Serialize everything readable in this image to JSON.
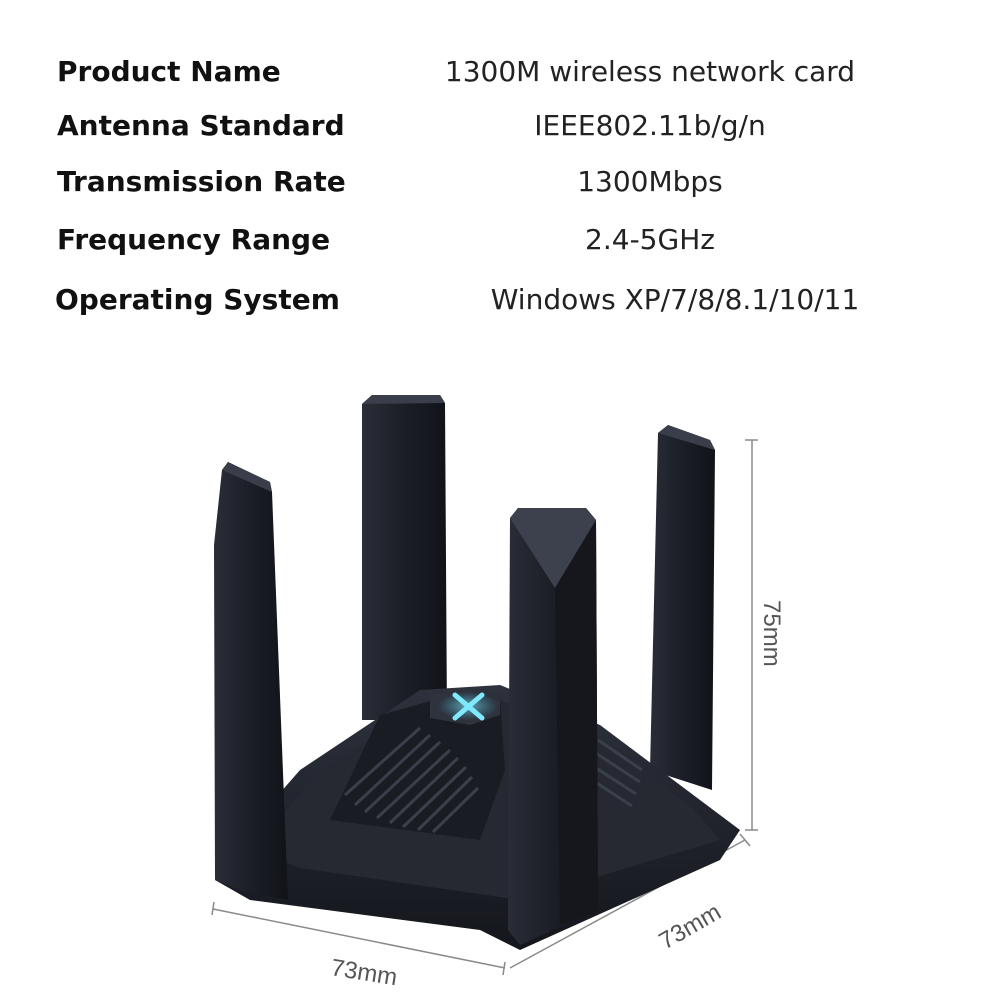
{
  "specs": [
    {
      "label": "Product Name",
      "value": "1300M wireless network card"
    },
    {
      "label": "Antenna Standard",
      "value": "IEEE802.11b/g/n"
    },
    {
      "label": "Transmission Rate",
      "value": "1300Mbps"
    },
    {
      "label": "Frequency Range",
      "value": "2.4-5GHz"
    },
    {
      "label": "Operating System",
      "value": "Windows XP/7/8/8.1/10/11"
    }
  ],
  "dimensions": {
    "height": "75mm",
    "width": "73mm",
    "depth": "73mm"
  },
  "colors": {
    "device_body": "#1f222b",
    "device_highlight": "#3a3e4a",
    "logo_glow": "#39d3f2",
    "dimension_lines": "#8a8a8a"
  },
  "icons": {
    "device_logo": "x-logo-icon"
  }
}
